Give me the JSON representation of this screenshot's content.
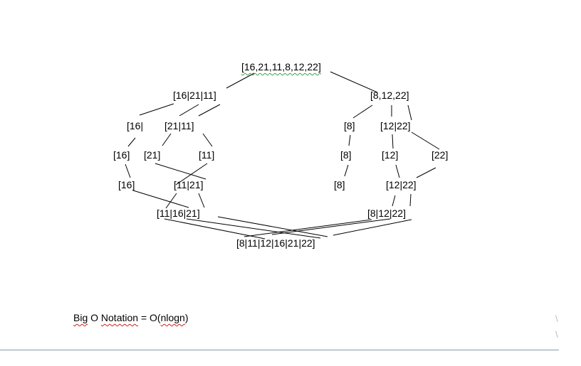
{
  "nodes": {
    "root": "[16,21,11,8,12,22]",
    "left_split": "[16|21|11]",
    "right_split": "[8,12,22]",
    "l_16_bar": "[16|",
    "l_21_11": "[21|11]",
    "r_8": "[8]",
    "r_12_22": "[12|22]",
    "l_16": "[16]",
    "l_21": "[21]",
    "l_11": "[11]",
    "r_8b": "[8]",
    "r_12": "[12]",
    "r_22": "[22]",
    "l_16c": "[16]",
    "l_11_21": "[11|21]",
    "r_8c": "[8]",
    "r_12_22b": "[12|22]",
    "l_merged": "[11|16|21]",
    "r_merged": "[8|12|22]",
    "final": "[8|11|12|16|21|22]"
  },
  "footer": {
    "big_o_prefix": "Big",
    "big_o_rest": " O ",
    "big_o_word": "Notation",
    "big_o_eq": " = O(",
    "big_o_arg": "nlogn",
    "big_o_close": ")"
  },
  "margin_glyphs": [
    "\\",
    "\\"
  ],
  "colors": {
    "grammar_squiggle": "#39a04a",
    "spelling_squiggle": "#d02020",
    "page_rule": "#8a98a8"
  }
}
